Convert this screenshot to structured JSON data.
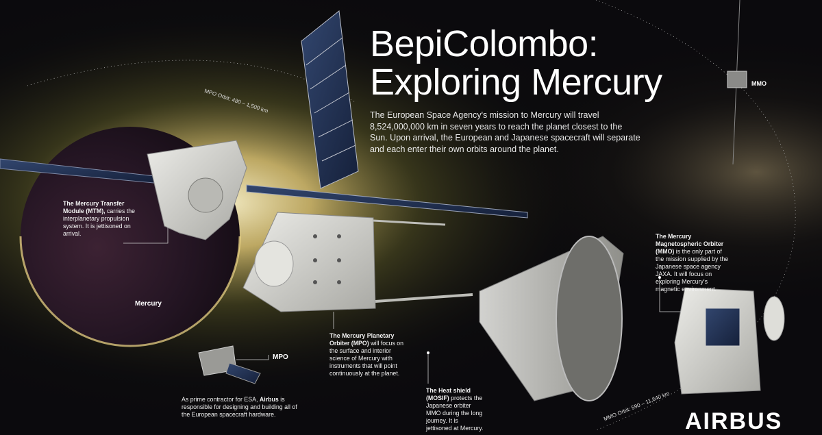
{
  "title": {
    "line1": "BepiColombo:",
    "line2": "Exploring Mercury"
  },
  "intro": "The European Space Agency's mission to Mercury will travel 8,524,000,000 km in seven years to reach the planet closest to the Sun. Upon arrival, the European and Japanese spacecraft will separate and each enter their own orbits around the planet.",
  "orbits": {
    "mpo": "MPO Orbit: 480 – 1,500 km",
    "mmo": "MMO Orbit: 590 – 11,640 km"
  },
  "labels": {
    "mercury": "Mercury",
    "mpo": "MPO",
    "mmo": "MMO"
  },
  "captions": {
    "mtm": {
      "bold": "The Mercury Transfer Module (MTM),",
      "rest": " carries the interplanetary propulsion system. It is jettisoned on arrival."
    },
    "mpo": {
      "bold": "The Mercury Planetary Orbiter (MPO)",
      "rest": " will focus on the surface and interior science of Mercury with instruments that will point continuously at the planet."
    },
    "mosif": {
      "bold": "The Heat shield (MOSIF)",
      "rest": " protects the Japanese orbiter MMO during the long journey. It is jettisoned at Mercury."
    },
    "mmo": {
      "bold": "The Mercury Magnetospheric Orbiter (MMO)",
      "rest": " is the only part of the mission supplied by the Japanese space agency JAXA. It will focus on exploring Mercury's magnetic environment."
    },
    "airbus": {
      "pre": "As prime contractor for ESA, ",
      "bold": "Airbus",
      "rest": " is responsible for designing and building all of the European spacecraft hardware."
    }
  },
  "brand": "AIRBUS",
  "colors": {
    "background": "#0b0a0d",
    "sun_glow": "#f2d884",
    "panel_blue": "#1d2a4a",
    "spacecraft_grey": "#d9d9d6"
  }
}
